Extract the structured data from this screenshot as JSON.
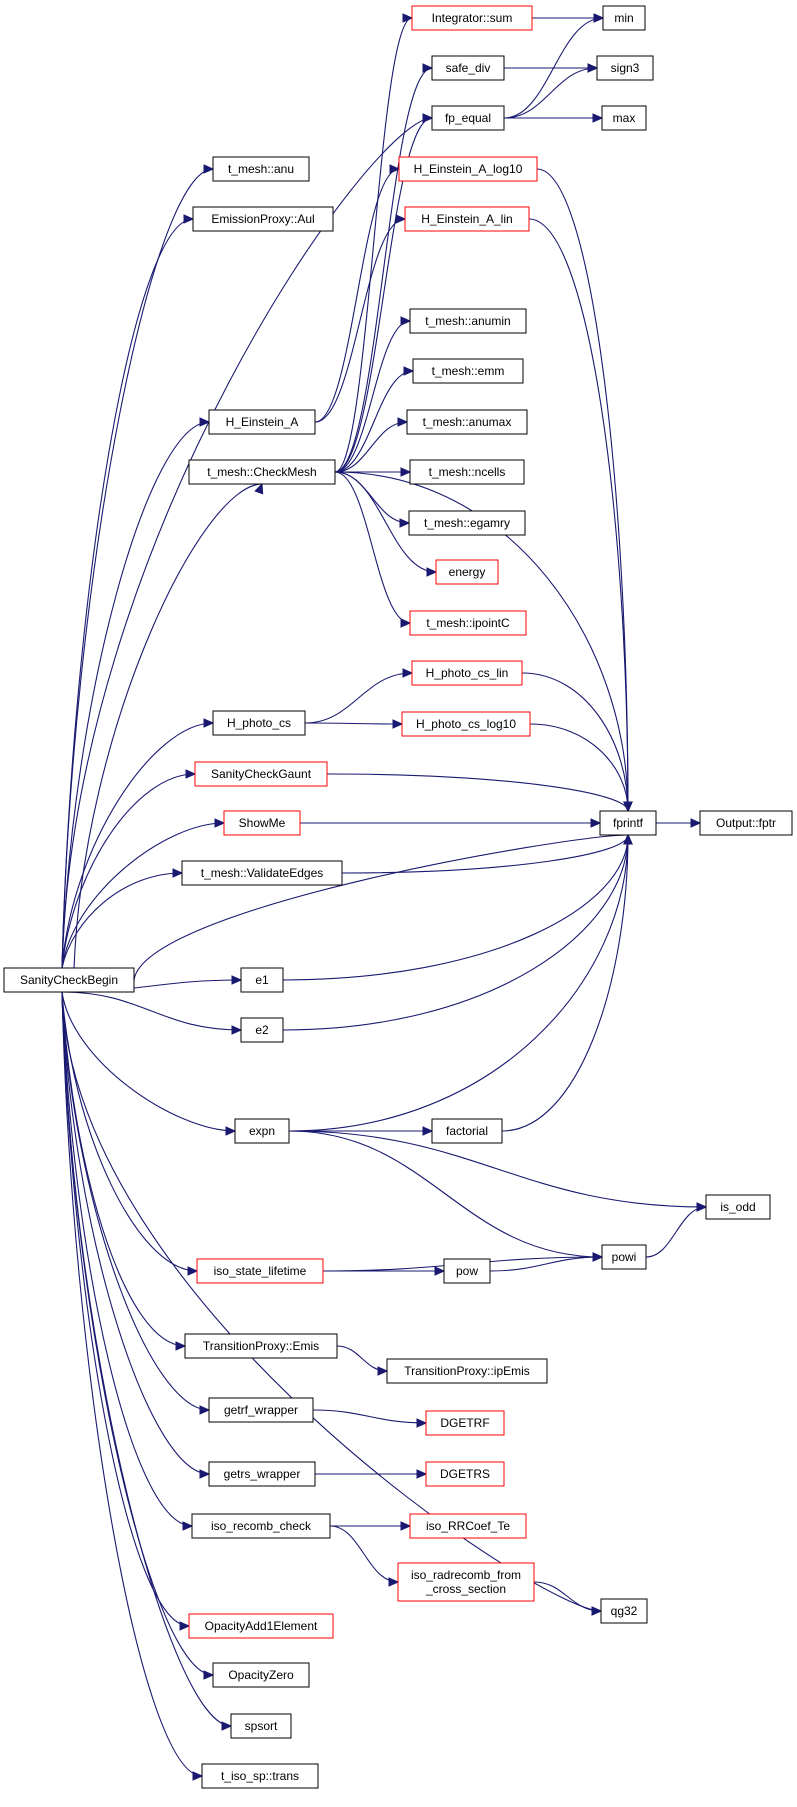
{
  "colors": {
    "edge": "#191970",
    "border_default": "#000000",
    "border_incomplete": "#ff0000",
    "root_fill": "#bfbfbf",
    "node_fill": "#ffffff"
  },
  "nodes": [
    {
      "id": "SanityCheckBegin",
      "label": "SanityCheckBegin",
      "border": "black",
      "root": true
    },
    {
      "id": "Integrator_sum",
      "label": "Integrator::sum",
      "border": "red"
    },
    {
      "id": "min",
      "label": "min",
      "border": "black"
    },
    {
      "id": "safe_div",
      "label": "safe_div",
      "border": "black"
    },
    {
      "id": "sign3",
      "label": "sign3",
      "border": "black"
    },
    {
      "id": "fp_equal",
      "label": "fp_equal",
      "border": "black"
    },
    {
      "id": "max",
      "label": "max",
      "border": "black"
    },
    {
      "id": "anu",
      "label": "t_mesh::anu",
      "border": "black"
    },
    {
      "id": "H_Einstein_A_log10",
      "label": "H_Einstein_A_log10",
      "border": "red"
    },
    {
      "id": "Aul",
      "label": "EmissionProxy::Aul",
      "border": "black"
    },
    {
      "id": "H_Einstein_A_lin",
      "label": "H_Einstein_A_lin",
      "border": "red"
    },
    {
      "id": "anumin",
      "label": "t_mesh::anumin",
      "border": "black"
    },
    {
      "id": "emm",
      "label": "t_mesh::emm",
      "border": "black"
    },
    {
      "id": "H_Einstein_A",
      "label": "H_Einstein_A",
      "border": "black"
    },
    {
      "id": "anumax",
      "label": "t_mesh::anumax",
      "border": "black"
    },
    {
      "id": "CheckMesh",
      "label": "t_mesh::CheckMesh",
      "border": "black"
    },
    {
      "id": "ncells",
      "label": "t_mesh::ncells",
      "border": "black"
    },
    {
      "id": "egamry",
      "label": "t_mesh::egamry",
      "border": "black"
    },
    {
      "id": "energy",
      "label": "energy",
      "border": "red"
    },
    {
      "id": "ipointC",
      "label": "t_mesh::ipointC",
      "border": "red"
    },
    {
      "id": "H_photo_cs_lin",
      "label": "H_photo_cs_lin",
      "border": "red"
    },
    {
      "id": "H_photo_cs",
      "label": "H_photo_cs",
      "border": "black"
    },
    {
      "id": "H_photo_cs_log10",
      "label": "H_photo_cs_log10",
      "border": "red"
    },
    {
      "id": "SanityCheckGaunt",
      "label": "SanityCheckGaunt",
      "border": "red"
    },
    {
      "id": "ShowMe",
      "label": "ShowMe",
      "border": "red"
    },
    {
      "id": "fprintf",
      "label": "fprintf",
      "border": "black"
    },
    {
      "id": "fptr",
      "label": "Output::fptr",
      "border": "black"
    },
    {
      "id": "ValidateEdges",
      "label": "t_mesh::ValidateEdges",
      "border": "black"
    },
    {
      "id": "e1",
      "label": "e1",
      "border": "black"
    },
    {
      "id": "e2",
      "label": "e2",
      "border": "black"
    },
    {
      "id": "expn",
      "label": "expn",
      "border": "black"
    },
    {
      "id": "factorial",
      "label": "factorial",
      "border": "black"
    },
    {
      "id": "is_odd",
      "label": "is_odd",
      "border": "black"
    },
    {
      "id": "powi",
      "label": "powi",
      "border": "black"
    },
    {
      "id": "iso_state_lifetime",
      "label": "iso_state_lifetime",
      "border": "red"
    },
    {
      "id": "pow",
      "label": "pow",
      "border": "black"
    },
    {
      "id": "Emis",
      "label": "TransitionProxy::Emis",
      "border": "black"
    },
    {
      "id": "ipEmis",
      "label": "TransitionProxy::ipEmis",
      "border": "black"
    },
    {
      "id": "getrf_wrapper",
      "label": "getrf_wrapper",
      "border": "black"
    },
    {
      "id": "DGETRF",
      "label": "DGETRF",
      "border": "red"
    },
    {
      "id": "getrs_wrapper",
      "label": "getrs_wrapper",
      "border": "black"
    },
    {
      "id": "DGETRS",
      "label": "DGETRS",
      "border": "red"
    },
    {
      "id": "iso_recomb_check",
      "label": "iso_recomb_check",
      "border": "black"
    },
    {
      "id": "iso_RRCoef_Te",
      "label": "iso_RRCoef_Te",
      "border": "red"
    },
    {
      "id": "iso_radrecomb",
      "label": "iso_radrecomb_from\n_cross_section",
      "border": "red"
    },
    {
      "id": "qg32",
      "label": "qg32",
      "border": "black"
    },
    {
      "id": "OpacityAdd1Element",
      "label": "OpacityAdd1Element",
      "border": "red"
    },
    {
      "id": "OpacityZero",
      "label": "OpacityZero",
      "border": "black"
    },
    {
      "id": "spsort",
      "label": "spsort",
      "border": "black"
    },
    {
      "id": "trans",
      "label": "t_iso_sp::trans",
      "border": "black"
    }
  ],
  "edges": [
    [
      "Integrator_sum",
      "min"
    ],
    [
      "safe_div",
      "sign3"
    ],
    [
      "fp_equal",
      "min"
    ],
    [
      "fp_equal",
      "sign3"
    ],
    [
      "fp_equal",
      "max"
    ],
    [
      "SanityCheckBegin",
      "fp_equal"
    ],
    [
      "SanityCheckBegin",
      "anu"
    ],
    [
      "SanityCheckBegin",
      "Aul"
    ],
    [
      "SanityCheckBegin",
      "H_Einstein_A"
    ],
    [
      "SanityCheckBegin",
      "CheckMesh"
    ],
    [
      "SanityCheckBegin",
      "H_photo_cs"
    ],
    [
      "SanityCheckBegin",
      "SanityCheckGaunt"
    ],
    [
      "SanityCheckBegin",
      "ShowMe"
    ],
    [
      "SanityCheckBegin",
      "ValidateEdges"
    ],
    [
      "SanityCheckBegin",
      "fprintf"
    ],
    [
      "SanityCheckBegin",
      "e1"
    ],
    [
      "SanityCheckBegin",
      "e2"
    ],
    [
      "SanityCheckBegin",
      "expn"
    ],
    [
      "SanityCheckBegin",
      "iso_state_lifetime"
    ],
    [
      "SanityCheckBegin",
      "Emis"
    ],
    [
      "SanityCheckBegin",
      "getrf_wrapper"
    ],
    [
      "SanityCheckBegin",
      "getrs_wrapper"
    ],
    [
      "SanityCheckBegin",
      "iso_recomb_check"
    ],
    [
      "SanityCheckBegin",
      "qg32"
    ],
    [
      "SanityCheckBegin",
      "OpacityAdd1Element"
    ],
    [
      "SanityCheckBegin",
      "OpacityZero"
    ],
    [
      "SanityCheckBegin",
      "spsort"
    ],
    [
      "SanityCheckBegin",
      "trans"
    ],
    [
      "H_Einstein_A",
      "H_Einstein_A_log10"
    ],
    [
      "H_Einstein_A",
      "H_Einstein_A_lin"
    ],
    [
      "H_Einstein_A_log10",
      "fprintf"
    ],
    [
      "H_Einstein_A_lin",
      "fprintf"
    ],
    [
      "CheckMesh",
      "Integrator_sum"
    ],
    [
      "CheckMesh",
      "safe_div"
    ],
    [
      "CheckMesh",
      "fp_equal"
    ],
    [
      "CheckMesh",
      "fprintf"
    ],
    [
      "CheckMesh",
      "anumin"
    ],
    [
      "CheckMesh",
      "emm"
    ],
    [
      "CheckMesh",
      "anumax"
    ],
    [
      "CheckMesh",
      "ncells"
    ],
    [
      "CheckMesh",
      "egamry"
    ],
    [
      "CheckMesh",
      "energy"
    ],
    [
      "CheckMesh",
      "ipointC"
    ],
    [
      "H_photo_cs",
      "H_photo_cs_lin"
    ],
    [
      "H_photo_cs",
      "H_photo_cs_log10"
    ],
    [
      "H_photo_cs_lin",
      "fprintf"
    ],
    [
      "H_photo_cs_log10",
      "fprintf"
    ],
    [
      "SanityCheckGaunt",
      "fprintf"
    ],
    [
      "ShowMe",
      "fprintf"
    ],
    [
      "ValidateEdges",
      "fprintf"
    ],
    [
      "fprintf",
      "fptr"
    ],
    [
      "e1",
      "fprintf"
    ],
    [
      "e2",
      "fprintf"
    ],
    [
      "expn",
      "fprintf"
    ],
    [
      "expn",
      "factorial"
    ],
    [
      "expn",
      "is_odd"
    ],
    [
      "expn",
      "powi"
    ],
    [
      "factorial",
      "fprintf"
    ],
    [
      "iso_state_lifetime",
      "pow"
    ],
    [
      "iso_state_lifetime",
      "powi"
    ],
    [
      "pow",
      "powi"
    ],
    [
      "powi",
      "is_odd"
    ],
    [
      "Emis",
      "ipEmis"
    ],
    [
      "getrf_wrapper",
      "DGETRF"
    ],
    [
      "getrs_wrapper",
      "DGETRS"
    ],
    [
      "iso_recomb_check",
      "iso_RRCoef_Te"
    ],
    [
      "iso_recomb_check",
      "iso_radrecomb"
    ],
    [
      "iso_radrecomb",
      "qg32"
    ]
  ]
}
